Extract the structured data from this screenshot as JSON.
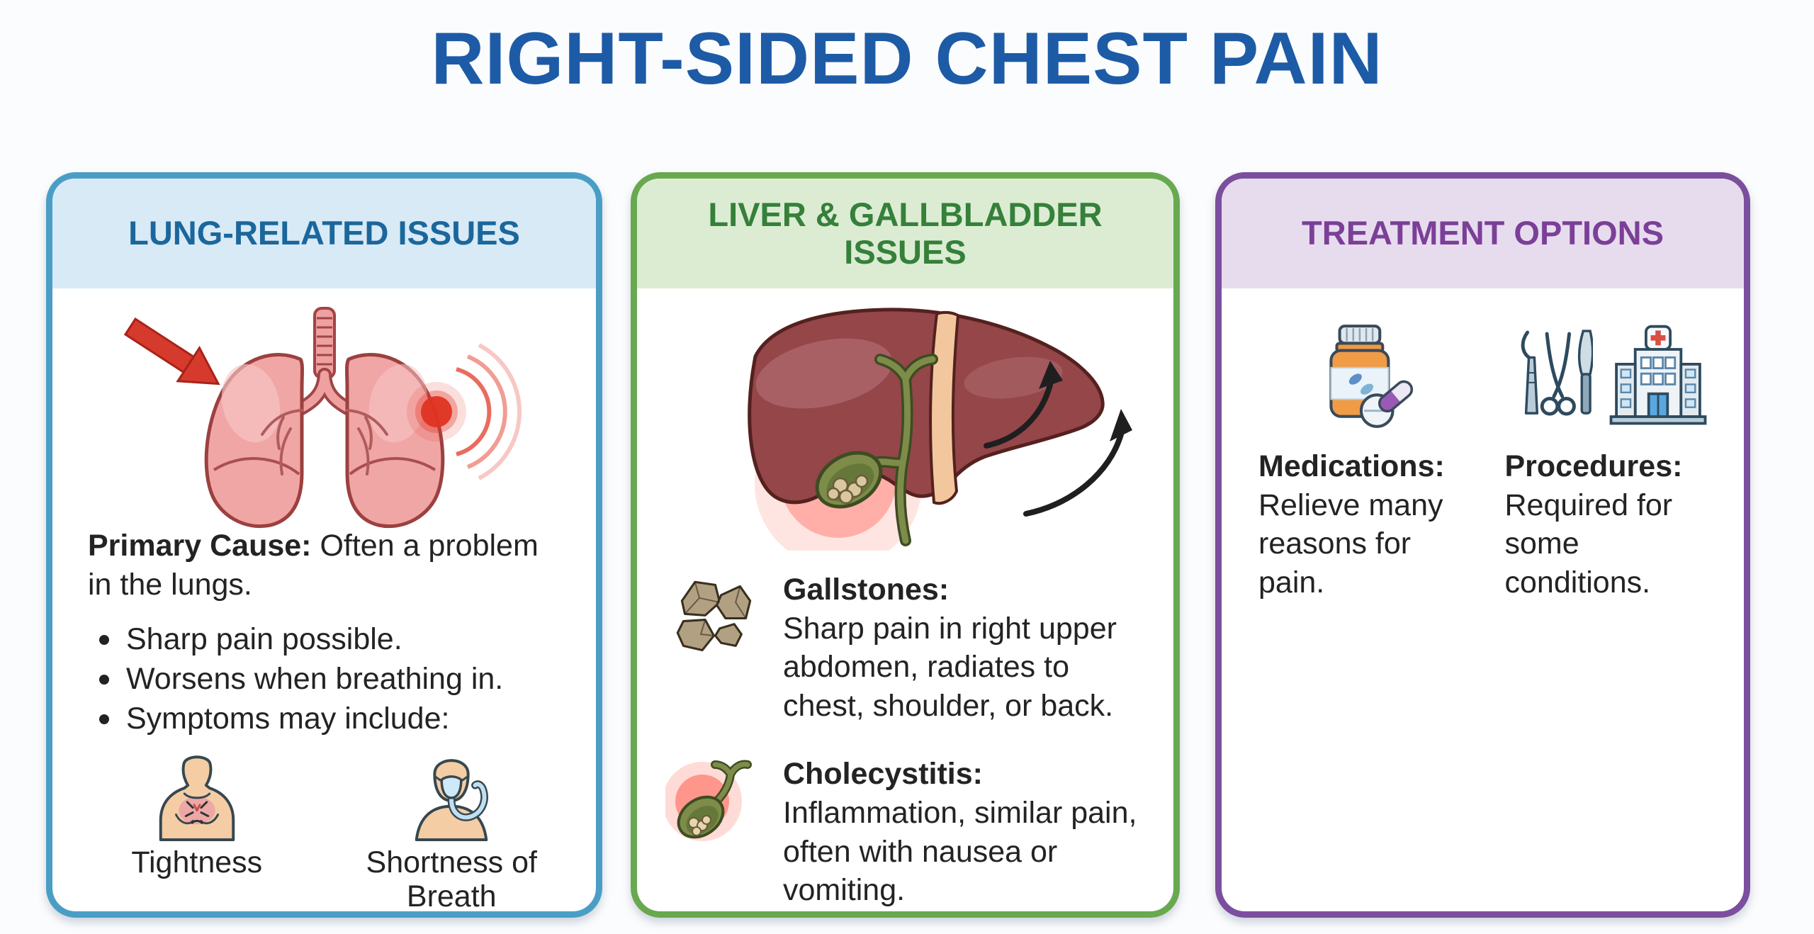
{
  "title": "RIGHT-SIDED CHEST PAIN",
  "colors": {
    "title_blue": "#1d5ba6",
    "lung_border": "#4a9ec6",
    "lung_header_bg": "#d8eaf6",
    "lung_header_text": "#1b679c",
    "liver_border": "#68a950",
    "liver_header_bg": "#dcecd3",
    "liver_header_text": "#35803a",
    "treatment_border": "#7b4e9e",
    "treatment_header_bg": "#e6dcee",
    "treatment_header_text": "#7c3f98",
    "body_text": "#232323",
    "pain_red": "#df3322"
  },
  "panels": {
    "lung": {
      "header": "LUNG-RELATED ISSUES",
      "illustration": "lungs-with-pain-spot-illustration",
      "primary_cause_label": "Primary Cause:",
      "primary_cause_text": "Often a problem in the lungs.",
      "bullets": [
        "Sharp pain possible.",
        "Worsens when breathing in.",
        "Symptoms may include:"
      ],
      "symptoms": [
        {
          "icon": "chest-tightness-icon",
          "label": "Tightness"
        },
        {
          "icon": "shortness-of-breath-icon",
          "label": "Shortness of Breath"
        }
      ]
    },
    "liver": {
      "header": "LIVER & GALLBLADDER ISSUES",
      "illustration": "liver-gallbladder-with-arrows-illustration",
      "items": [
        {
          "icon": "gallstones-icon",
          "label": "Gallstones:",
          "text": "Sharp pain in right upper abdomen, radiates to chest, shoulder, or back."
        },
        {
          "icon": "inflamed-gallbladder-icon",
          "label": "Cholecystitis:",
          "text": "Inflammation, similar pain, often with nausea or vomiting."
        }
      ]
    },
    "treatment": {
      "header": "TREATMENT OPTIONS",
      "options": [
        {
          "icons": [
            "medication-bottle-icon"
          ],
          "label": "Medications:",
          "text": "Relieve many reasons for pain."
        },
        {
          "icons": [
            "surgical-instruments-icon",
            "hospital-icon"
          ],
          "label": "Procedures:",
          "text": "Required for some conditions."
        }
      ]
    }
  }
}
